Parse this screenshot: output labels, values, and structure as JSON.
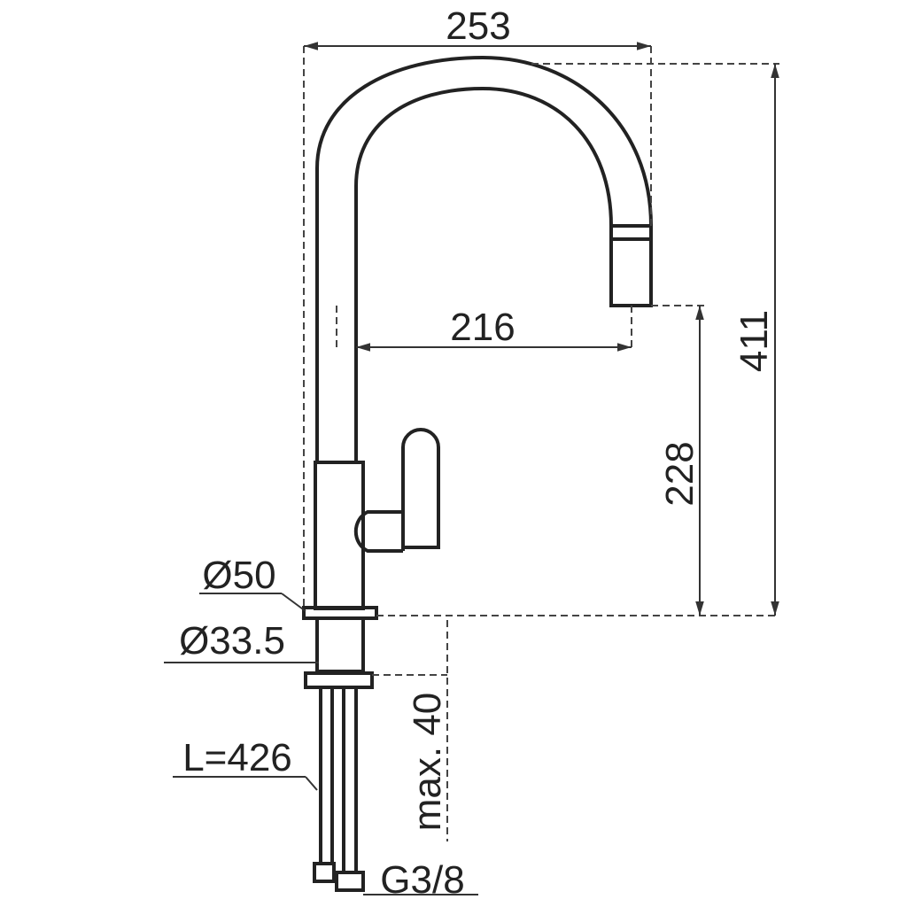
{
  "diagram": {
    "dimensions": {
      "total_width": "253",
      "spout_reach": "216",
      "total_height": "411",
      "spout_height": "228",
      "base_diameter": "Ø50",
      "hole_diameter": "Ø33.5",
      "max_thickness": "max. 40",
      "hose_length": "L=426",
      "connection": "G3/8"
    }
  }
}
